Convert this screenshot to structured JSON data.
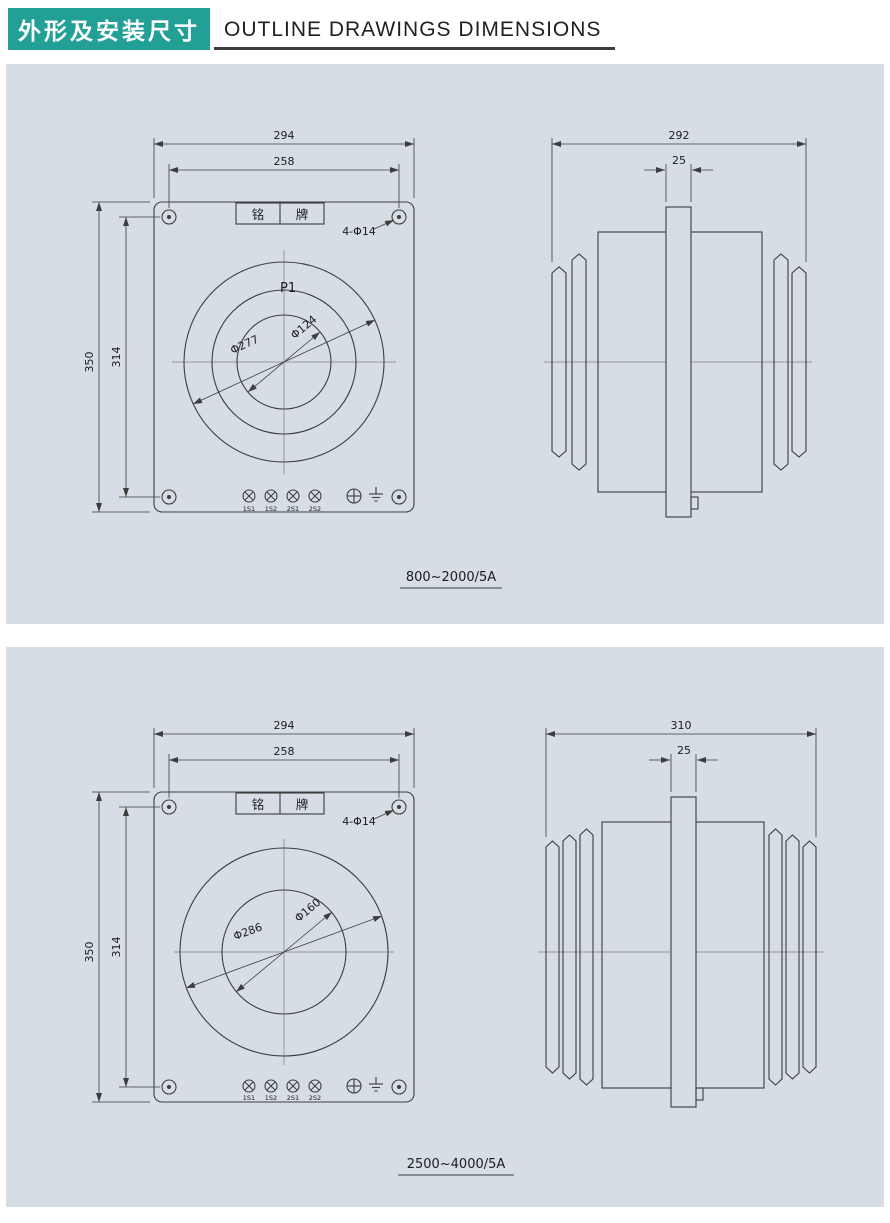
{
  "header": {
    "title_cn": "外形及安装尺寸",
    "title_en": "OUTLINE  DRAWINGS  DIMENSIONS",
    "accent_color": "#23a096",
    "panel_bg": "#d6dde5",
    "line_color": "#3d3d3d"
  },
  "panels": [
    {
      "caption": "800~2000/5A",
      "front": {
        "nameplate_left": "铭",
        "nameplate_right": "牌",
        "winding_label": "P1",
        "dim_top_outer": "294",
        "dim_top_inner": "258",
        "dim_left_outer": "350",
        "dim_left_inner": "314",
        "holes_label": "4-Φ14",
        "dia_outer": "Φ277",
        "dia_inner": "Φ124",
        "terminals": [
          "1S1",
          "1S2",
          "2S1",
          "2S2"
        ]
      },
      "side": {
        "dim_overall": "292",
        "dim_busbar": "25"
      }
    },
    {
      "caption": "2500~4000/5A",
      "front": {
        "nameplate_left": "铭",
        "nameplate_right": "牌",
        "dim_top_outer": "294",
        "dim_top_inner": "258",
        "dim_left_outer": "350",
        "dim_left_inner": "314",
        "holes_label": "4-Φ14",
        "dia_outer": "Φ286",
        "dia_inner": "Φ160",
        "terminals": [
          "1S1",
          "1S2",
          "2S1",
          "2S2"
        ]
      },
      "side": {
        "dim_overall": "310",
        "dim_busbar": "25"
      }
    }
  ]
}
